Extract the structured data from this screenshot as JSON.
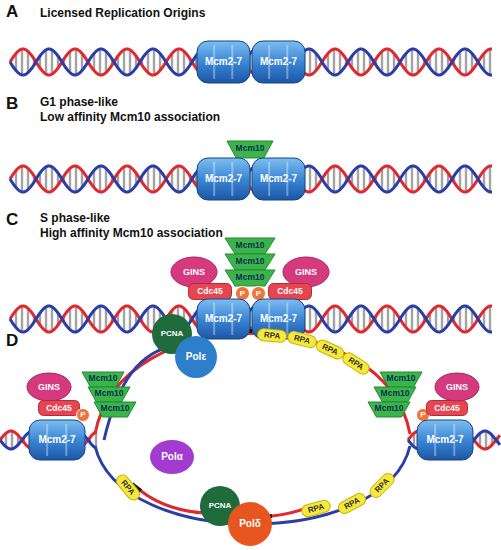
{
  "diagram": {
    "nodes": [
      {
        "text": [
          "Mcm2-7"
        ]
      },
      {
        "text": [
          "Mcm2-7"
        ]
      },
      {
        "text": [
          "Mcm10"
        ]
      },
      {
        "text": [
          "Mcm2-7"
        ]
      },
      {
        "text": [
          "Mcm2-7"
        ]
      },
      {
        "text": [
          "Mcm10"
        ]
      },
      {
        "text": [
          "Mcm10"
        ]
      },
      {
        "text": [
          "Mcm10"
        ]
      },
      {
        "text": [
          "GINS"
        ]
      },
      {
        "text": [
          "GINS"
        ]
      },
      {
        "text": [
          "Cdc45"
        ]
      },
      {
        "text": [
          "Cdc45"
        ]
      },
      {
        "text": [
          "P"
        ]
      },
      {
        "text": [
          "P"
        ]
      },
      {
        "text": [
          "Mcm2-7"
        ]
      },
      {
        "text": [
          "Mcm2-7"
        ]
      },
      {
        "text": [
          "GINS"
        ]
      },
      {
        "text": [
          "Cdc45"
        ]
      },
      {
        "text": [
          "P"
        ]
      },
      {
        "text": [
          "Mcm10"
        ]
      },
      {
        "text": [
          "Mcm10"
        ]
      },
      {
        "text": [
          "Mcm10"
        ]
      },
      {
        "text": [
          "Mcm2-7"
        ]
      },
      {
        "text": [
          "PCNA"
        ]
      },
      {
        "text": [
          "Polε"
        ]
      },
      {
        "text": [
          "RPA"
        ]
      },
      {
        "text": [
          "RPA"
        ]
      },
      {
        "text": [
          "RPA"
        ]
      },
      {
        "text": [
          "RPA"
        ]
      },
      {
        "text": [
          "Mcm10"
        ]
      },
      {
        "text": [
          "Mcm10"
        ]
      },
      {
        "text": [
          "Mcm10"
        ]
      },
      {
        "text": [
          "P"
        ]
      },
      {
        "text": [
          "Cdc45"
        ]
      },
      {
        "text": [
          "GINS"
        ]
      },
      {
        "text": [
          "Mcm2-7"
        ]
      },
      {
        "text": [
          "Polα"
        ]
      },
      {
        "text": [
          "RPA"
        ]
      },
      {
        "text": [
          "RPA"
        ]
      },
      {
        "text": [
          "RPA"
        ]
      },
      {
        "text": [
          "RPA"
        ]
      },
      {
        "text": [
          "PCNA"
        ]
      },
      {
        "text": [
          "Polδ"
        ]
      }
    ],
    "labels": [
      "A",
      "Licensed Replication Origins",
      "B",
      "G1 phase-like",
      "Low affinity Mcm10 association",
      "C",
      "S phase-like",
      "High affinity Mcm10 association",
      "D"
    ]
  }
}
